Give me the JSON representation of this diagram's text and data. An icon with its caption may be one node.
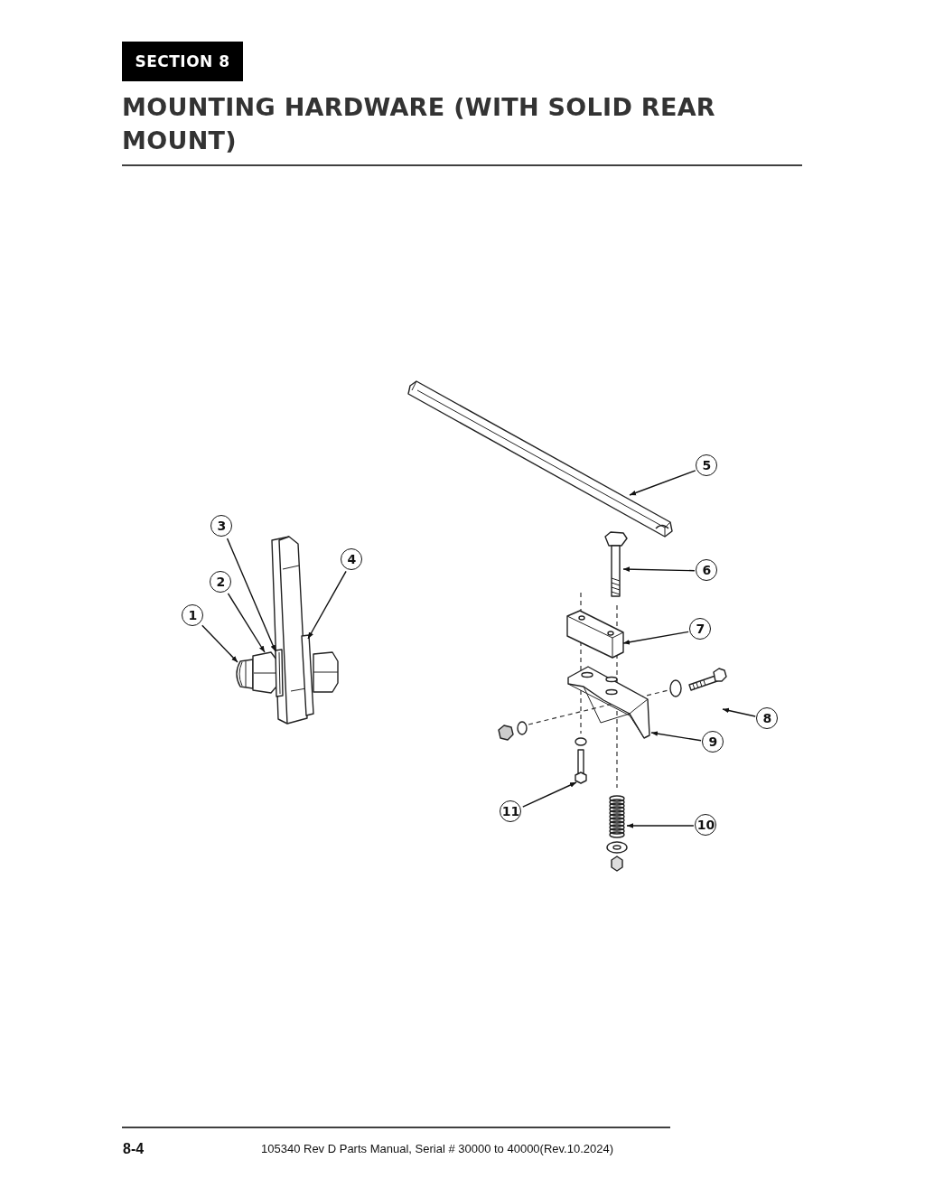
{
  "diagram": {
    "title": "MOUNTING HARDWARE (WITH SOLID REAR MOUNT)",
    "nodes": [
      {
        "text": [
          "SECTION 8"
        ]
      },
      {
        "text": [
          "1"
        ]
      },
      {
        "text": [
          "2"
        ]
      },
      {
        "text": [
          "3"
        ]
      },
      {
        "text": [
          "4"
        ]
      },
      {
        "text": [
          "5"
        ]
      },
      {
        "text": [
          "6"
        ]
      },
      {
        "text": [
          "7"
        ]
      },
      {
        "text": [
          "8"
        ]
      },
      {
        "text": [
          "9"
        ]
      },
      {
        "text": [
          "10"
        ]
      },
      {
        "text": [
          "11"
        ]
      },
      {
        "text": [],
        "shape": "picture"
      },
      {
        "text": [],
        "shape": "picture"
      },
      {
        "text": [],
        "shape": "picture"
      },
      {
        "text": [],
        "shape": "picture"
      },
      {
        "text": [],
        "shape": "picture"
      },
      {
        "text": [],
        "shape": "picture"
      },
      {
        "text": [],
        "shape": "picture"
      },
      {
        "text": [],
        "shape": "picture"
      },
      {
        "text": [],
        "shape": "picture"
      },
      {
        "text": [],
        "shape": "picture"
      },
      {
        "text": [],
        "shape": "picture"
      }
    ],
    "edges": [
      {
        "from": 1,
        "to": 12,
        "arrow": "to"
      },
      {
        "from": 2,
        "to": 13,
        "arrow": "to"
      },
      {
        "from": 3,
        "to": 14,
        "arrow": "to"
      },
      {
        "from": 4,
        "to": 15,
        "arrow": "to"
      },
      {
        "from": 5,
        "to": 16,
        "arrow": "to"
      },
      {
        "from": 6,
        "to": 17,
        "arrow": "to"
      },
      {
        "from": 7,
        "to": 18,
        "arrow": "to"
      },
      {
        "from": 8,
        "to": 19,
        "arrow": "to"
      },
      {
        "from": 9,
        "to": 20,
        "arrow": "to"
      },
      {
        "from": 10,
        "to": 21,
        "arrow": "to"
      },
      {
        "from": 11,
        "to": 22,
        "arrow": "to"
      }
    ],
    "labels": [
      "8-4",
      "105340 Rev D Parts Manual, Serial # 30000 to 40000(Rev.10.2024)"
    ]
  }
}
